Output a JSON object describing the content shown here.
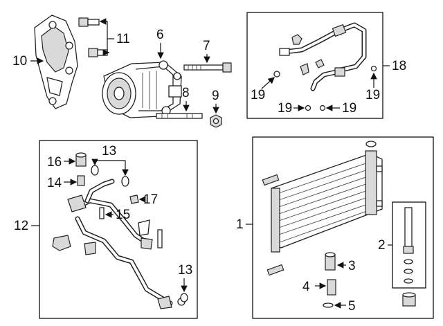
{
  "callouts": {
    "c1": "1",
    "c3": "3",
    "c4": "4",
    "c5": "5",
    "c6": "6",
    "c7": "7",
    "c8": "8",
    "c9": "9",
    "c10": "10",
    "c11": "11",
    "c12": "12",
    "c13a": "13",
    "c13b": "13",
    "c14": "14",
    "c15": "15",
    "c16": "16",
    "c17": "17",
    "c18": "18",
    "c19a": "19",
    "c19b": "19",
    "c19c": "19",
    "c19d": "19",
    "c2": "2"
  },
  "colors": {
    "line": "#111111",
    "part_fill": "#ffffff",
    "shade": "#d9d9d9"
  }
}
